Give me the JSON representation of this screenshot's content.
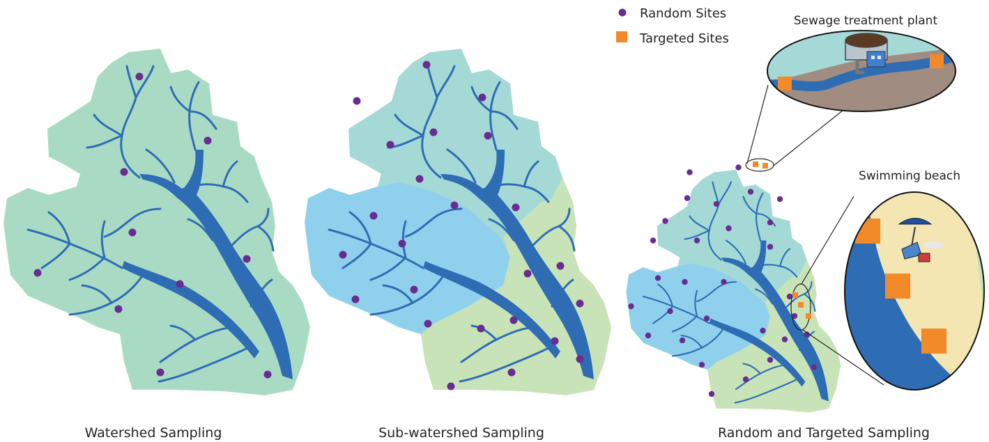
{
  "legend": {
    "random_label": "Random Sites",
    "targeted_label": "Targeted Sites"
  },
  "panels": {
    "watershed": {
      "caption": "Watershed Sampling"
    },
    "subwatershed": {
      "caption": "Sub-watershed Sampling"
    },
    "targeted": {
      "caption": "Random and Targeted Sampling"
    }
  },
  "callouts": {
    "sewage": {
      "title": "Sewage treatment plant"
    },
    "beach": {
      "title": "Swimming beach"
    }
  },
  "colors": {
    "watershed_fill": "#a9dbc4",
    "upper_sub": "#a5d9d6",
    "left_sub": "#8fd1ec",
    "right_sub": "#c9e3b8",
    "river": "#2e6db4",
    "random_site": "#6a2c91",
    "targeted_site": "#f28a2a",
    "sand": "#f3e6b3",
    "ground": "#a08c80"
  }
}
